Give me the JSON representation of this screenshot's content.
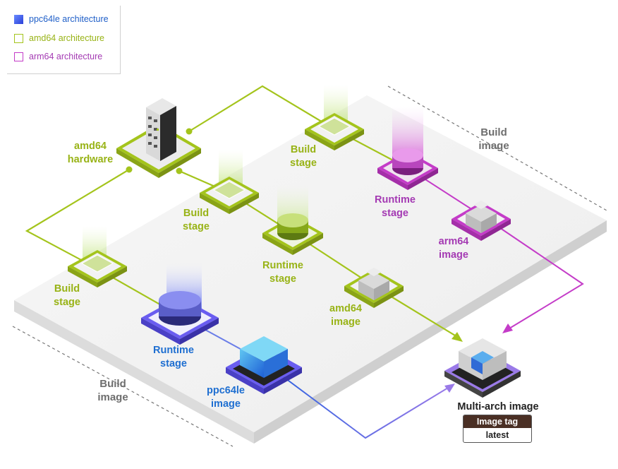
{
  "legend": {
    "ppc64le": "ppc64le architecture",
    "amd64": "amd64 architecture",
    "arm64": "arm64 architecture"
  },
  "labels": {
    "amd64_hardware": "amd64\nhardware",
    "build_stage_top": "Build\nstage",
    "build_stage_mid": "Build\nstage",
    "build_stage_left": "Build\nstage",
    "runtime_stage_arm": "Runtime\nstage",
    "runtime_stage_amd": "Runtime\nstage",
    "runtime_stage_ppc": "Runtime\nstage",
    "arm64_image": "arm64\nimage",
    "amd64_image": "amd64\nimage",
    "ppc64le_image": "ppc64le\nimage",
    "build_image_top": "Build\nimage",
    "build_image_bottom": "Build\nimage",
    "multi_arch_image": "Multi-arch image"
  },
  "image_tag": {
    "header": "Image tag",
    "value": "latest"
  },
  "colors": {
    "amd64": "#a4c41c",
    "arm64": "#c43cc8",
    "ppc64le": "#2a62e0",
    "ppc64le_arrow_end": "#9a7ae8"
  }
}
